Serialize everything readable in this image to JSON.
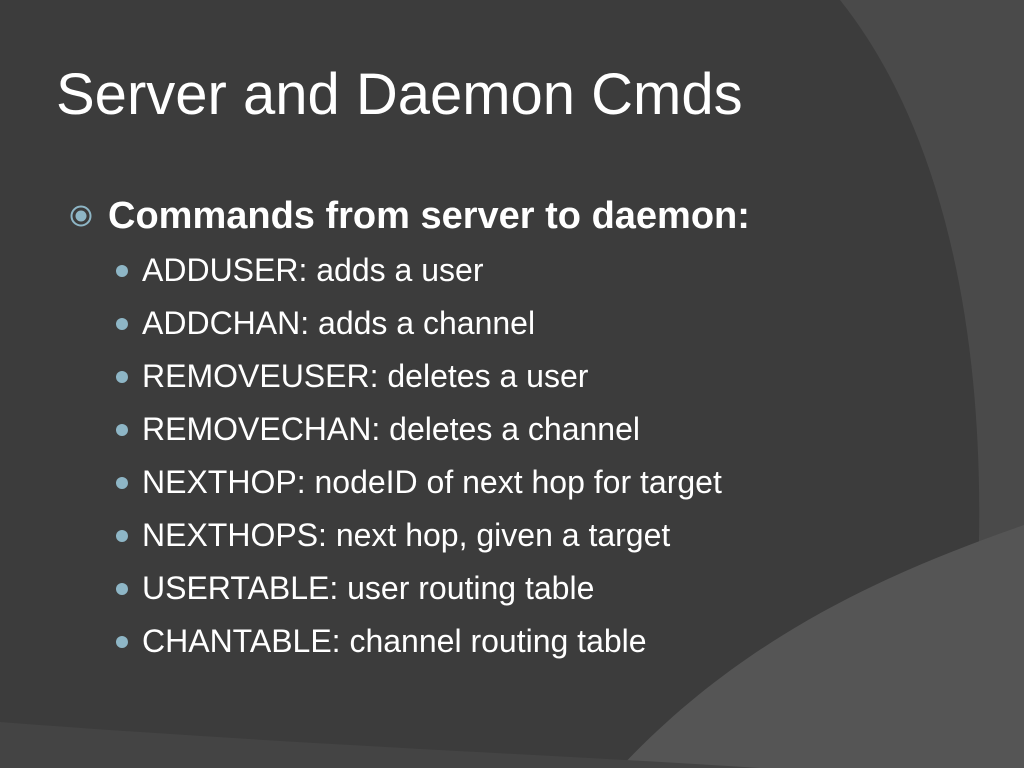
{
  "slide": {
    "title": "Server and Daemon Cmds",
    "heading": "Commands from server to daemon:",
    "items": [
      {
        "label": "ADDUSER: adds a user"
      },
      {
        "label": "ADDCHAN: adds a channel"
      },
      {
        "label": "REMOVEUSER: deletes a user"
      },
      {
        "label": "REMOVECHAN: deletes a channel"
      },
      {
        "label": "NEXTHOP: nodeID of next hop for target"
      },
      {
        "label": "NEXTHOPS: next hop, given a target"
      },
      {
        "label": "USERTABLE: user routing table"
      },
      {
        "label": "CHANTABLE: channel routing table"
      }
    ]
  },
  "theme": {
    "background": "#3c3c3c",
    "text_color": "#ffffff",
    "bullet_color": "#8eb6c6"
  }
}
